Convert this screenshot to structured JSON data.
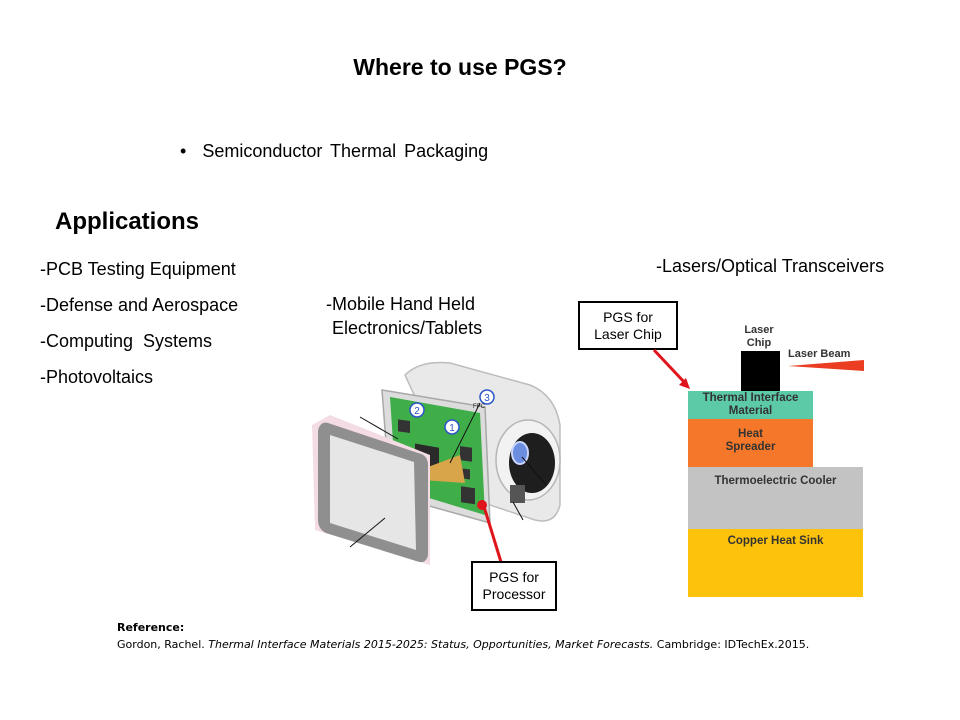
{
  "slide": {
    "title": "Where to use PGS?",
    "bullets": [
      {
        "symbol": "•",
        "text": "Semiconductor Thermal Packaging"
      }
    ],
    "applications": {
      "heading": "Applications",
      "items": [
        "-PCB Testing Equipment",
        "-Defense and Aerospace",
        "-Computing  Systems",
        "-Photovoltaics"
      ]
    },
    "mobile_section": {
      "label_line1": "-Mobile Hand Held",
      "label_line2": "Electronics/Tablets",
      "figure_markers": [
        "1",
        "2",
        "3"
      ],
      "fpc_label": "FPC",
      "callout_line1": "PGS for",
      "callout_line2": "Processor"
    },
    "laser_section": {
      "label": "-Lasers/Optical Transceivers",
      "callout_line1": "PGS for",
      "callout_line2": "Laser Chip",
      "chip_label_line1": "Laser",
      "chip_label_line2": "Chip",
      "beam_label": "Laser Beam",
      "layers": [
        {
          "line1": "Thermal Interface",
          "line2": "Material",
          "color": "#5cc9a7"
        },
        {
          "line1": "Heat",
          "line2": "Spreader",
          "color": "#f5782a"
        },
        {
          "line1": "Thermoelectric Cooler",
          "line2": "",
          "color": "#c3c3c3"
        },
        {
          "line1": "Copper Heat Sink",
          "line2": "",
          "color": "#fdc20c"
        }
      ]
    },
    "reference": {
      "heading": "Reference:",
      "author": "Gordon, Rachel.",
      "title_italic": "Thermal Interface Materials 2015-2025: Status, Opportunities, Market Forecasts.",
      "publisher": "Cambridge: IDTechEx.2015."
    }
  },
  "colors": {
    "arrow_red": "#e0151c",
    "pcb_green": "#3fae49",
    "marker_blue": "#2b55c8"
  }
}
